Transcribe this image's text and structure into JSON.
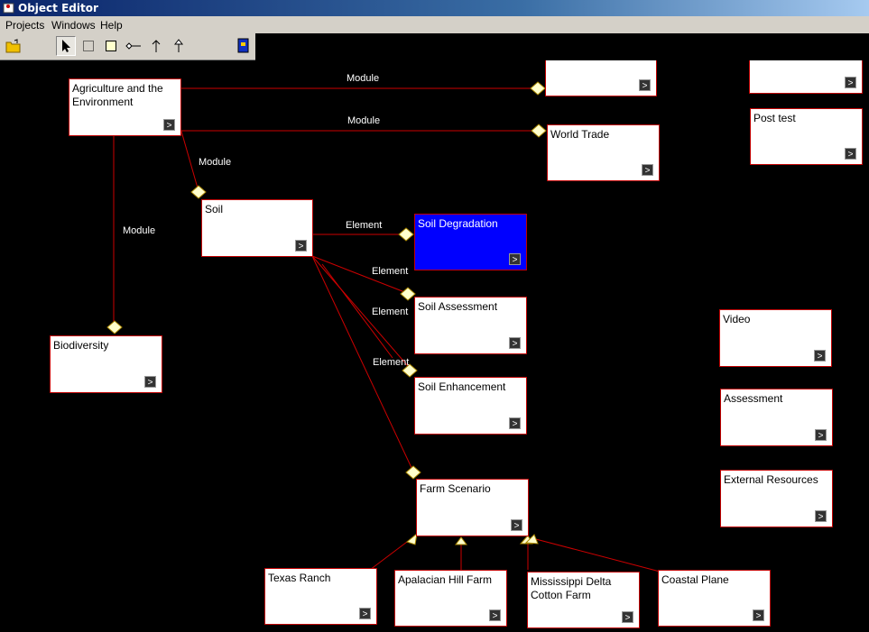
{
  "window": {
    "title": "Object Editor"
  },
  "menu": {
    "projects": "Projects",
    "windows": "Windows",
    "help": "Help"
  },
  "toolbar": {
    "open": ">"
  },
  "nodes": {
    "agri": "Agriculture and the Environment",
    "top_module": "",
    "world_trade": "World Trade",
    "top_right": "",
    "post_test": "Post test",
    "soil": "Soil",
    "soil_degradation": "Soil Degradation",
    "soil_assessment": "Soil Assessment",
    "soil_enhancement": "Soil Enhancement",
    "biodiversity": "Biodiversity",
    "video": "Video",
    "assessment": "Assessment",
    "external_resources": "External Resources",
    "farm_scenario": "Farm Scenario",
    "texas_ranch": "Texas Ranch",
    "apalacian": "Apalacian Hill Farm",
    "mississippi": "Mississippi Delta Cotton Farm",
    "coastal": "Coastal Plane"
  },
  "links": {
    "module_top": "Module",
    "module_world": "Module",
    "module_soil": "Module",
    "module_bio": "Module",
    "element_degradation": "Element",
    "element_assessment": "Element",
    "element_assessment2": "Element",
    "element_enhancement": "Element"
  },
  "colors": {
    "link": "#cc0000",
    "selected": "#0000ff",
    "diamond": "#ffffcc"
  }
}
